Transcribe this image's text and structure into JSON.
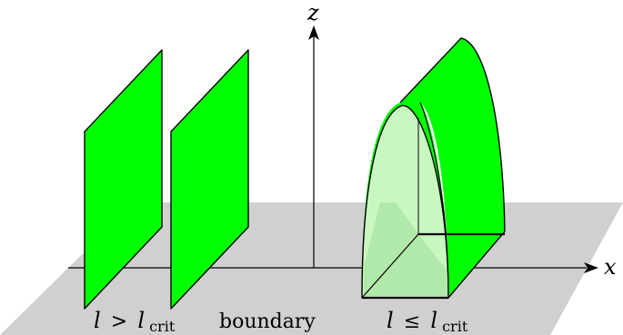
{
  "axes": {
    "z_label": "z",
    "x_label": "x"
  },
  "labels": {
    "left": {
      "var": "l",
      "rel": ">",
      "var2": "l",
      "sub": "crit"
    },
    "boundary": "boundary",
    "right": {
      "var": "l",
      "rel": "≤",
      "var2": "l",
      "sub": "crit"
    }
  },
  "colors": {
    "plane": "#d0d0d0",
    "sheet": "#00ff00",
    "sheet_translucent": "#b8f5b0",
    "sheet_inner": "#2ecc2e",
    "stroke": "#000000"
  }
}
